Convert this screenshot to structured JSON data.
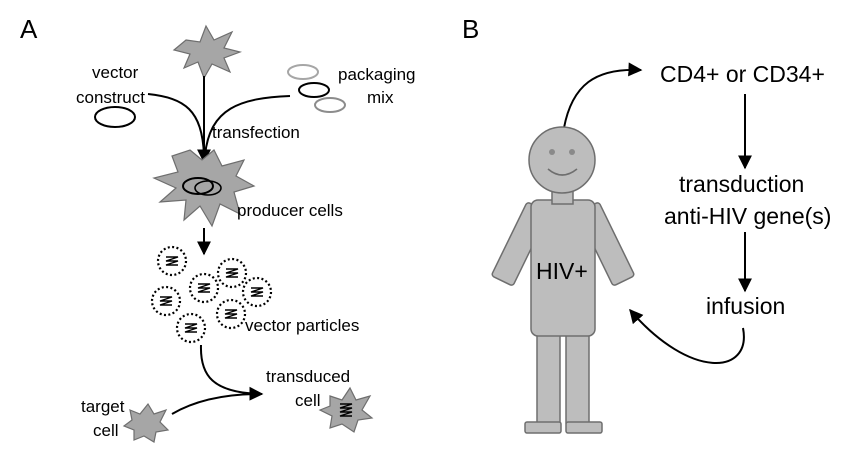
{
  "panel_a": {
    "letter": "A",
    "vector_construct": [
      "vector",
      "construct"
    ],
    "packaging_mix": [
      "packaging",
      "mix"
    ],
    "transfection": "transfection",
    "producer_cells": "producer cells",
    "vector_particles": "vector particles",
    "target_cell": [
      "target",
      "cell"
    ],
    "transduced_cell": [
      "transduced",
      "cell"
    ]
  },
  "panel_b": {
    "letter": "B",
    "cell_types": "CD4+ or CD34+",
    "transduction": "transduction",
    "anti_hiv": "anti-HIV gene(s)",
    "infusion": "infusion",
    "body_label": "HIV+"
  },
  "colors": {
    "cell_fill": "#a6a6a6",
    "person_fill": "#bdbdbd",
    "person_stroke": "#6e6e6e",
    "line": "#000000"
  }
}
